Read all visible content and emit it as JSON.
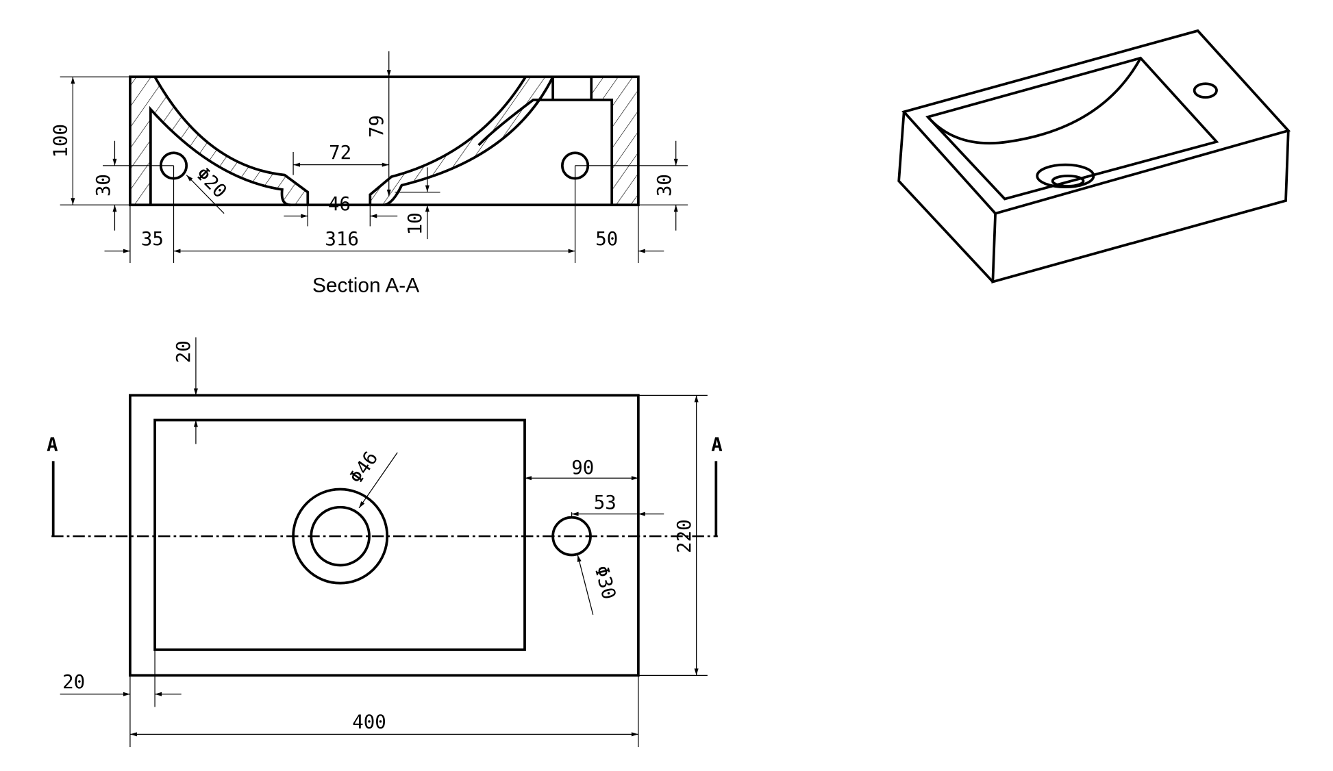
{
  "section_view": {
    "caption": "Section A-A",
    "dims": {
      "height_total": "100",
      "hole_height_left": "30",
      "hole_height_right": "30",
      "drain_top_width": "72",
      "bowl_depth": "79",
      "drain_width": "46",
      "bottom_thickness": "10",
      "left_offset": "35",
      "hole_spacing": "316",
      "right_offset": "50",
      "overflow_diameter": "Φ20"
    }
  },
  "top_view": {
    "section_marker_left": "A",
    "section_marker_right": "A",
    "dims": {
      "top_wall": "20",
      "tap_to_edge": "90",
      "tap_center_to_edge": "53",
      "depth": "220",
      "drain_diameter": "Φ46",
      "tap_diameter": "Φ30",
      "side_wall": "20",
      "width": "400"
    }
  },
  "iso_view": {}
}
